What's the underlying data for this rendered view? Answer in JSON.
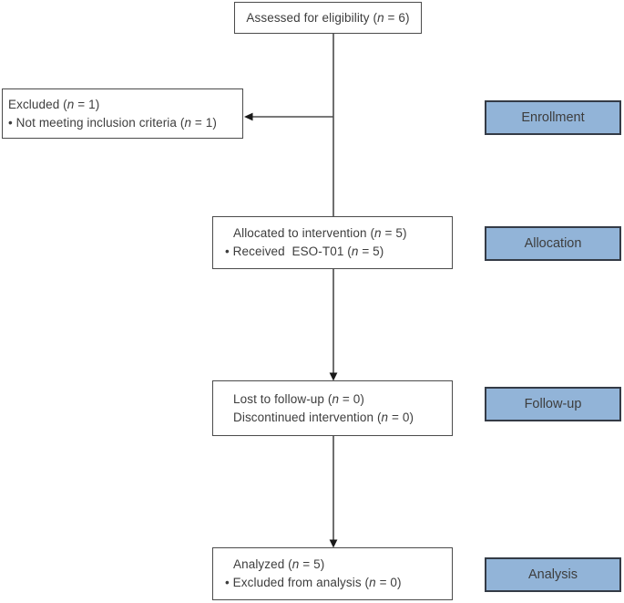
{
  "figure": {
    "boxes": [
      {
        "id": "assessed",
        "lines": [
          "Assessed for eligibility (n = 6)"
        ]
      },
      {
        "id": "excluded",
        "lines": [
          "Excluded (n = 1)",
          "• Not meeting inclusion criteria (n = 1)"
        ]
      },
      {
        "id": "allocated",
        "lines": [
          "Allocated to intervention (n = 5)",
          "• Received  ESO-T01 (n = 5)"
        ]
      },
      {
        "id": "followup",
        "lines": [
          "Lost to follow-up (n = 0)",
          "Discontinued intervention (n = 0)"
        ]
      },
      {
        "id": "analyzed",
        "lines": [
          "Analyzed (n = 5)",
          "• Excluded from analysis (n = 0)"
        ]
      }
    ],
    "stages": [
      {
        "id": "enrollment",
        "label": "Enrollment"
      },
      {
        "id": "allocation",
        "label": "Allocation"
      },
      {
        "id": "followup",
        "label": "Follow-up"
      },
      {
        "id": "analysis",
        "label": "Analysis"
      }
    ],
    "colors": {
      "stage_fill": "#92b4d8",
      "stage_border": "#343b46",
      "box_border": "#4b4b4b",
      "connector": "#4b4b4b",
      "arrow": "#1a1a1a",
      "text": "#3d3d3d",
      "background": "#ffffff"
    }
  }
}
